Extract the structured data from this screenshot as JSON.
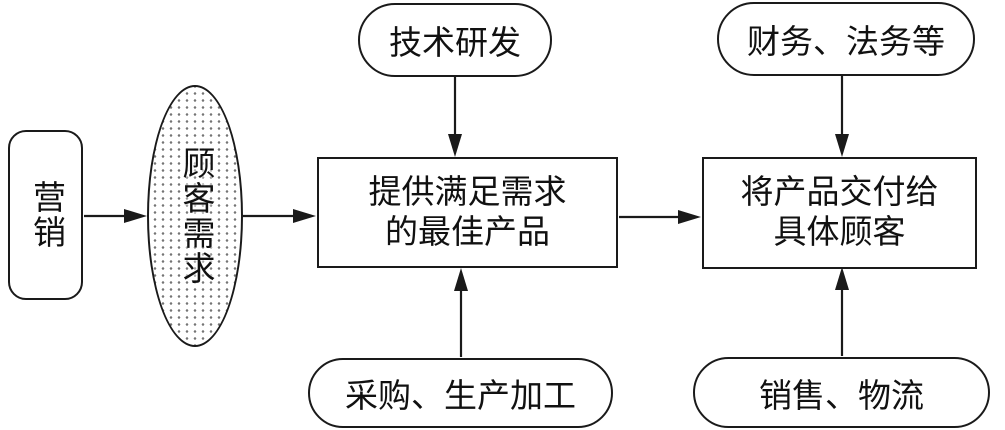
{
  "diagram": {
    "nodes": {
      "marketing": {
        "label": "营销"
      },
      "customer_needs": {
        "label": "顾客需求"
      },
      "tech_rd": {
        "label": "技术研发"
      },
      "finance_legal": {
        "label": "财务、法务等"
      },
      "best_product": {
        "line1": "提供满足需求",
        "line2": "的最佳产品"
      },
      "deliver": {
        "line1": "将产品交付给",
        "line2": "具体顾客"
      },
      "procurement": {
        "label": "采购、生产加工"
      },
      "sales_logistics": {
        "label": "销售、物流"
      }
    },
    "colors": {
      "stroke": "#1a1a1a",
      "dot_fill": "#757575",
      "background": "#ffffff"
    }
  }
}
